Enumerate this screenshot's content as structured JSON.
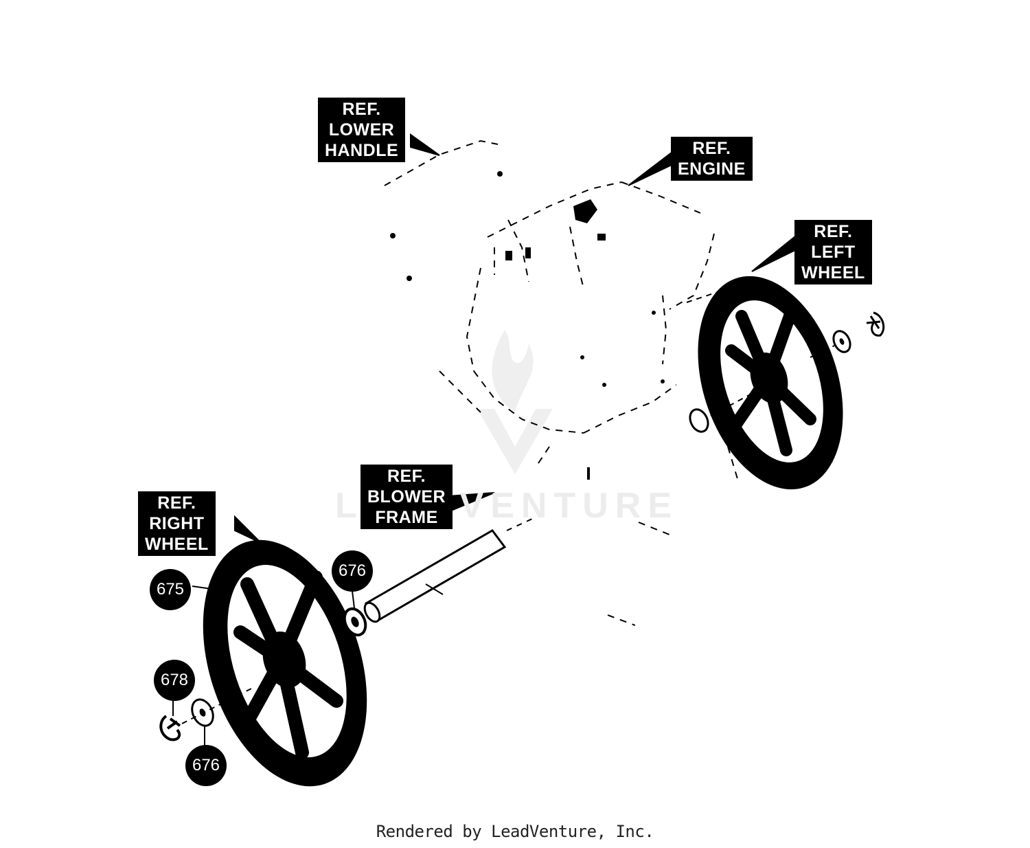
{
  "labels": {
    "lower_handle": [
      "REF.",
      "LOWER",
      "HANDLE"
    ],
    "engine": [
      "REF.",
      "ENGINE"
    ],
    "left_wheel": [
      "REF.",
      "LEFT",
      "WHEEL"
    ],
    "blower_frame": [
      "REF.",
      "BLOWER",
      "FRAME"
    ],
    "right_wheel": [
      "REF.",
      "RIGHT",
      "WHEEL"
    ]
  },
  "callouts": {
    "c675": "675",
    "c676_top": "676",
    "c678": "678",
    "c676_bottom": "676"
  },
  "watermark": "LEADVENTURE",
  "footer": "Rendered by LeadVenture, Inc."
}
